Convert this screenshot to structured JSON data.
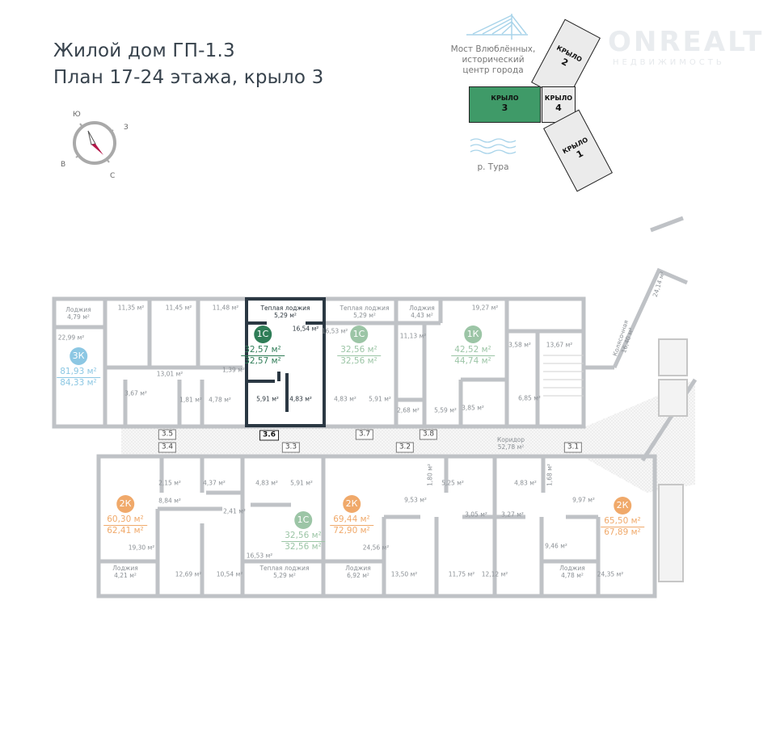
{
  "header": {
    "line1": "Жилой дом ГП-1.3",
    "line2": "План 17-24 этажа, крыло 3"
  },
  "compass": {
    "s": "Ю",
    "w": "З",
    "e": "В",
    "n": "С"
  },
  "keyplan": {
    "bridge_label": "Мост Влюблённых, исторический центр города",
    "river_label": "р. Тура",
    "wings": [
      {
        "label": "КРЫЛО",
        "num": "3",
        "active": true
      },
      {
        "label": "КРЫЛО",
        "num": "2",
        "active": false
      },
      {
        "label": "КРЫЛО",
        "num": "4",
        "active": false
      },
      {
        "label": "КРЫЛО",
        "num": "1",
        "active": false
      }
    ],
    "active_color": "#3f9a68"
  },
  "watermark": {
    "brand": "ONREALT",
    "sub": "НЕДВИЖИМОСТЬ"
  },
  "colors": {
    "wall": "#bfc2c6",
    "highlight_wall": "#2b3843",
    "type_3k": "#8cc7e3",
    "type_1c_active": "#2f7d57",
    "type_1c": "#9cc5a6",
    "type_1k": "#9cc5a6",
    "type_2k": "#f0a96a"
  },
  "apartments": [
    {
      "type": "3К",
      "area_living": "81,93 м²",
      "area_total": "84,33 м²"
    },
    {
      "type": "1С",
      "area_living": "32,57 м²",
      "area_total": "32,57 м²"
    },
    {
      "type": "1С",
      "area_living": "32,56 м²",
      "area_total": "32,56 м²"
    },
    {
      "type": "1К",
      "area_living": "42,52 м²",
      "area_total": "44,74 м²"
    },
    {
      "type": "2К",
      "area_living": "60,30 м²",
      "area_total": "62,41 м²"
    },
    {
      "type": "1С",
      "area_living": "32,56 м²",
      "area_total": "32,56 м²"
    },
    {
      "type": "2К",
      "area_living": "69,44 м²",
      "area_total": "72,90 м²"
    },
    {
      "type": "2К",
      "area_living": "65,50 м²",
      "area_total": "67,89 м²"
    }
  ],
  "sections": [
    "3.5",
    "3.4",
    "3.6",
    "3.3",
    "3.7",
    "3.2",
    "3.8",
    "3.1"
  ],
  "rooms": [
    {
      "name": "Лоджия",
      "area": "4,79 м²"
    },
    {
      "name": "",
      "area": "22,99 м²"
    },
    {
      "name": "",
      "area": "11,35 м²"
    },
    {
      "name": "",
      "area": "11,45 м²"
    },
    {
      "name": "",
      "area": "11,48 м²"
    },
    {
      "name": "",
      "area": "13,01 м²"
    },
    {
      "name": "",
      "area": "1,39 м²"
    },
    {
      "name": "",
      "area": "3,67 м²"
    },
    {
      "name": "",
      "area": "1,81 м²"
    },
    {
      "name": "",
      "area": "4,78 м²"
    },
    {
      "name": "Теплая лоджия",
      "area": "5,29 м²"
    },
    {
      "name": "",
      "area": "16,54 м²"
    },
    {
      "name": "",
      "area": "5,91 м²"
    },
    {
      "name": "",
      "area": "4,83 м²"
    },
    {
      "name": "Теплая лоджия",
      "area": "5,29 м²"
    },
    {
      "name": "",
      "area": "16,53 м²"
    },
    {
      "name": "",
      "area": "4,83 м²"
    },
    {
      "name": "",
      "area": "5,91 м²"
    },
    {
      "name": "Лоджия",
      "area": "4,43 м²"
    },
    {
      "name": "",
      "area": "19,27 м²"
    },
    {
      "name": "",
      "area": "11,13 м²"
    },
    {
      "name": "",
      "area": "2,68 м²"
    },
    {
      "name": "",
      "area": "5,59 м²"
    },
    {
      "name": "",
      "area": "3,85 м²"
    },
    {
      "name": "",
      "area": "3,58 м²"
    },
    {
      "name": "",
      "area": "13,67 м²"
    },
    {
      "name": "",
      "area": "6,85 м²"
    },
    {
      "name": "Колясочная",
      "area": "16,40 м²"
    },
    {
      "name": "",
      "area": "24,14 м²"
    },
    {
      "name": "Коридор",
      "area": "52,78 м²"
    },
    {
      "name": "",
      "area": "2,15 м²"
    },
    {
      "name": "",
      "area": "4,37 м²"
    },
    {
      "name": "",
      "area": "8,84 м²"
    },
    {
      "name": "",
      "area": "2,41 м²"
    },
    {
      "name": "",
      "area": "19,30 м²"
    },
    {
      "name": "Лоджия",
      "area": "4,21 м²"
    },
    {
      "name": "",
      "area": "12,69 м²"
    },
    {
      "name": "",
      "area": "10,54 м²"
    },
    {
      "name": "",
      "area": "4,83 м²"
    },
    {
      "name": "",
      "area": "5,91 м²"
    },
    {
      "name": "",
      "area": "16,53 м²"
    },
    {
      "name": "Теплая лоджия",
      "area": "5,29 м²"
    },
    {
      "name": "",
      "area": "9,53 м²"
    },
    {
      "name": "",
      "area": "24,56 м²"
    },
    {
      "name": "Лоджия",
      "area": "6,92 м²"
    },
    {
      "name": "",
      "area": "13,50 м²"
    },
    {
      "name": "",
      "area": "5,25 м²"
    },
    {
      "name": "",
      "area": "3,05 м²"
    },
    {
      "name": "",
      "area": "11,75 м²"
    },
    {
      "name": "",
      "area": "1,80 м²"
    },
    {
      "name": "",
      "area": "12,12 м²"
    },
    {
      "name": "",
      "area": "4,83 м²"
    },
    {
      "name": "",
      "area": "3,27 м²"
    },
    {
      "name": "",
      "area": "1,68 м²"
    },
    {
      "name": "",
      "area": "9,97 м²"
    },
    {
      "name": "",
      "area": "9,46 м²"
    },
    {
      "name": "Лоджия",
      "area": "4,78 м²"
    },
    {
      "name": "",
      "area": "24,35 м²"
    }
  ]
}
